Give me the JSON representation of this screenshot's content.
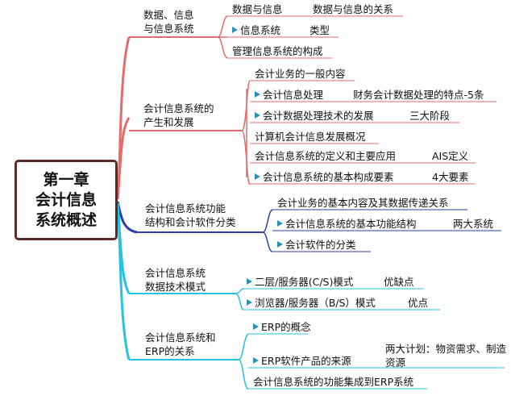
{
  "root": {
    "lines": [
      "第一章",
      "会计信息",
      "系统概述"
    ]
  },
  "branches": [
    {
      "label": [
        "数据、信息",
        "与信息系统"
      ],
      "items": [
        {
          "text": "数据与信息",
          "note": "数据与信息的关系"
        },
        {
          "text": "信息系统",
          "note": "类型",
          "flag": true
        },
        {
          "text": "管理信息系统的构成"
        }
      ]
    },
    {
      "label": [
        "会计信息系统的",
        "产生和发展"
      ],
      "items": [
        {
          "text": "会计业务的一般内容"
        },
        {
          "text": "会计信息处理",
          "note": "财务会计数据处理的特点-5条",
          "flag": true
        },
        {
          "text": "会计数据处理技术的发展",
          "note": "三大阶段",
          "flag": true
        },
        {
          "text": "计算机会计信息发展概况"
        },
        {
          "text": "会计信息系统的定义和主要应用",
          "note": "AIS定义"
        },
        {
          "text": "会计信息系统的基本构成要素",
          "note": "4大要素",
          "flag": true
        }
      ]
    },
    {
      "label": [
        "会计信息系统功能",
        "结构和会计软件分类"
      ],
      "items": [
        {
          "text": "会计业务的基本内容及其数据传递关系"
        },
        {
          "text": "会计信息系统的基本功能结构",
          "note": "两大系统",
          "flag": true
        },
        {
          "text": "会计软件的分类",
          "flag": true
        }
      ]
    },
    {
      "label": [
        "会计信息系统",
        "数据技术模式"
      ],
      "items": [
        {
          "text": "二层/服务器(C/S)模式",
          "note": "优缺点",
          "flag": true
        },
        {
          "text": "浏览器/服务器（B/S）模式",
          "note": "优点",
          "flag": true
        }
      ]
    },
    {
      "label": [
        "会计信息系统和",
        "ERP的关系"
      ],
      "items": [
        {
          "text": "ERP的概念",
          "flag": true
        },
        {
          "text": "ERP软件产品的来源",
          "note": "两大计划：物资需求、制造资源",
          "flag": true
        },
        {
          "text": "会计信息系统的功能集成到ERP系统"
        }
      ]
    }
  ],
  "colors": {
    "root_border": "#5a2a23",
    "branch1": "#e36b6b",
    "branch2": "#e36b6b",
    "branch3": "#2c3fa6",
    "branch4": "#26c3e0",
    "branch5": "#26c3e0",
    "flag": "#2a8fb4"
  }
}
